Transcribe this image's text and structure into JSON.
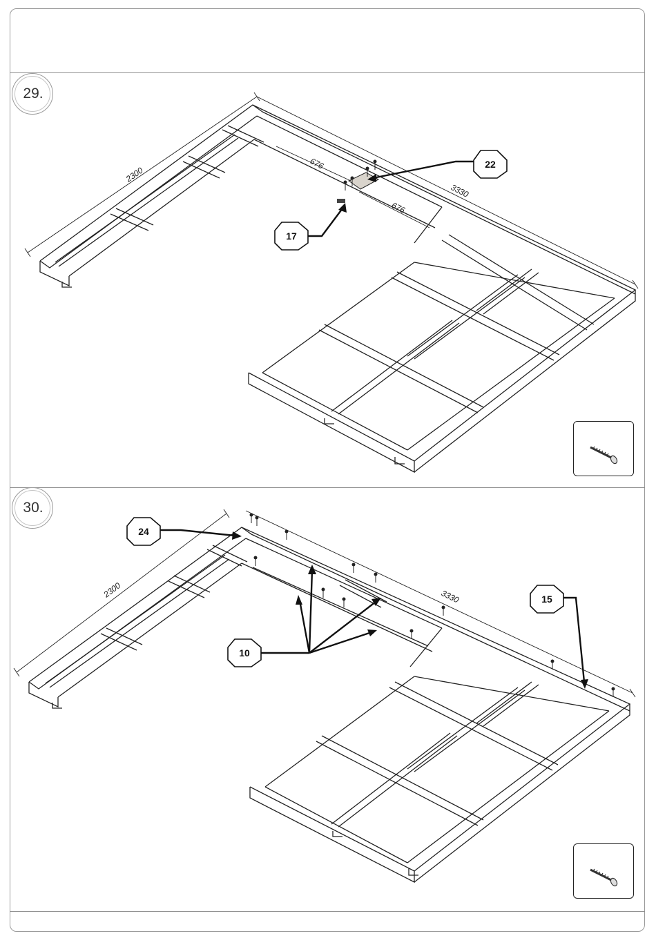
{
  "steps": [
    {
      "number": "29.",
      "dimensions": {
        "left_length": "2300",
        "right_length": "3330",
        "segment_a": "676",
        "segment_b": "676"
      },
      "callouts": [
        "22",
        "17"
      ],
      "tool_icon": "screw-icon"
    },
    {
      "number": "30.",
      "dimensions": {
        "left_length": "2300",
        "right_length": "3330"
      },
      "callouts": [
        "24",
        "15",
        "10"
      ],
      "tool_icon": "screw-icon"
    }
  ],
  "colors": {
    "line": "#222222",
    "frame": "#9a9a9a",
    "wood_shade": "#d9d4cc"
  }
}
